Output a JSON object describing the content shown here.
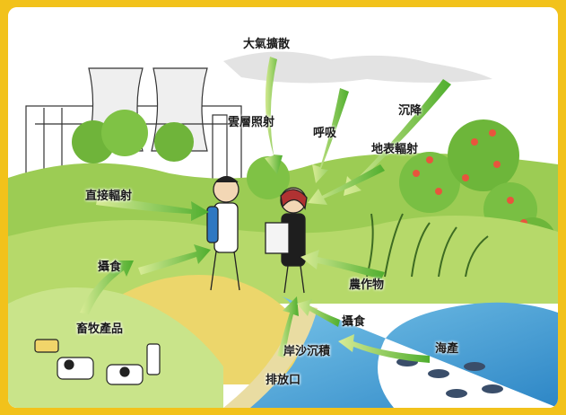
{
  "labels": {
    "atmospheric_dispersion": "大氣擴散",
    "cloud_shine": "雲層照射",
    "inhalation": "呼吸",
    "deposition": "沉降",
    "ground_shine": "地表輻射",
    "direct_radiation": "直接輻射",
    "ingestion_upper": "攝食",
    "livestock_products": "畜牧產品",
    "crops": "農作物",
    "ingestion_lower": "攝食",
    "shoreline_sediment": "岸沙沉積",
    "seafood": "海產",
    "outfall": "排放口"
  },
  "colors": {
    "frame_border": "#f2c21b",
    "arrow_green": "#5bb833",
    "arrow_light": "#c6e07a",
    "sea_blue": "#4aa6d8",
    "grass_green": "#8cc63f"
  }
}
